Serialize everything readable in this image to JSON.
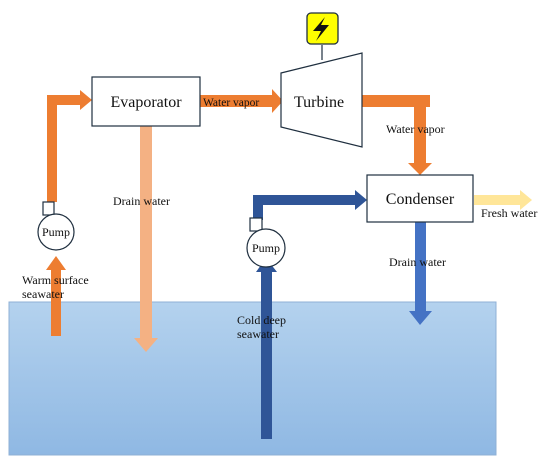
{
  "components": {
    "evaporator": "Evaporator",
    "turbine": "Turbine",
    "condenser": "Condenser",
    "pump_left": "Pump",
    "pump_right": "Pump"
  },
  "flows": {
    "water_vapor_1": "Water vapor",
    "water_vapor_2": "Water vapor",
    "drain_water_1": "Drain water",
    "drain_water_2": "Drain water",
    "fresh_water": "Fresh water",
    "warm_line1": "Warm surface",
    "warm_line2": "seawater",
    "cold_line1": "Cold deep",
    "cold_line2": "seawater"
  },
  "icons": {
    "generator": "lightning-bolt-icon"
  },
  "colors": {
    "warm": "#ED7D31",
    "warm_light": "#F4B183",
    "cold": "#2F5597",
    "cold_light": "#4472C4",
    "fresh": "#FFE699",
    "sea": "#9DC3E6",
    "generator_bg": "#FFFF00"
  }
}
